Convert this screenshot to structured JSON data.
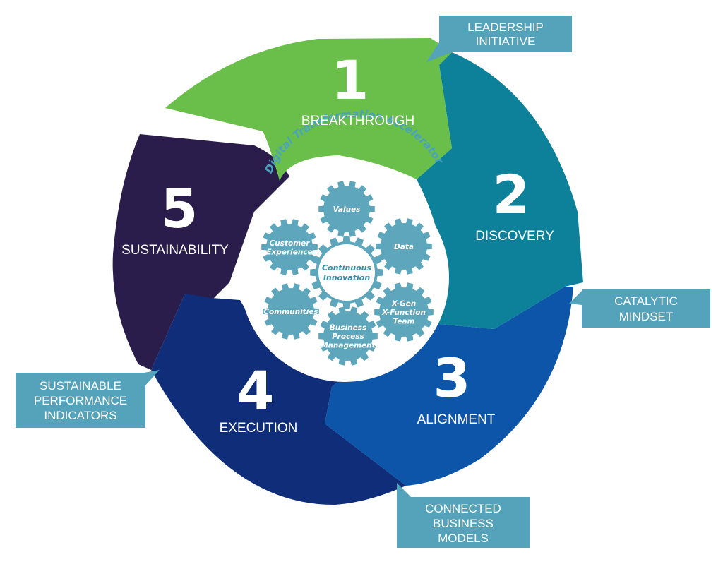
{
  "center": {
    "title": "Digital Transformation Accelerator",
    "core": [
      "Continuous",
      "Innovation"
    ],
    "gears": [
      {
        "lines": [
          "Values"
        ]
      },
      {
        "lines": [
          "Data"
        ]
      },
      {
        "lines": [
          "X-Gen",
          "X-Function",
          "Team"
        ]
      },
      {
        "lines": [
          "Business",
          "Process",
          "Management"
        ]
      },
      {
        "lines": [
          "Communities"
        ]
      },
      {
        "lines": [
          "Customer",
          "Experience"
        ]
      }
    ]
  },
  "stages": [
    {
      "number": "1",
      "label": "BREAKTHROUGH",
      "color": "#6abf4b"
    },
    {
      "number": "2",
      "label": "DISCOVERY",
      "color": "#0c8199"
    },
    {
      "number": "3",
      "label": "ALIGNMENT",
      "color": "#0d55a8"
    },
    {
      "number": "4",
      "label": "EXECUTION",
      "color": "#0f2d78"
    },
    {
      "number": "5",
      "label": "SUSTAINABILITY",
      "color": "#2a1d4c"
    }
  ],
  "callouts": [
    {
      "lines": [
        "LEADERSHIP",
        "INITIATIVE"
      ]
    },
    {
      "lines": [
        "CATALYTIC",
        "MINDSET"
      ]
    },
    {
      "lines": [
        "CONNECTED",
        "BUSINESS",
        "MODELS"
      ]
    },
    {
      "lines": [
        "SUSTAINABLE",
        "PERFORMANCE",
        "INDICATORS"
      ]
    }
  ],
  "colors": {
    "callout": "#54a3ba",
    "gear": "#5da6bc",
    "gap": "#ffffff"
  }
}
